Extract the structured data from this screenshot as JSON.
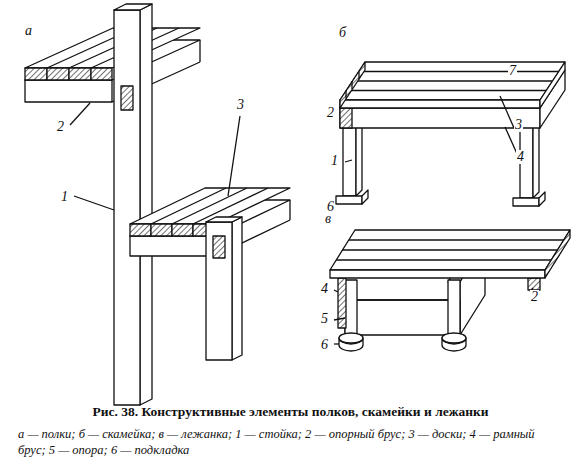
{
  "diagram": {
    "caption": "Рис. 38. Конструктивные элементы полков, скамейки и лежанки",
    "labels": [
      "а",
      "2",
      "1",
      "3",
      "б",
      "7",
      "2",
      "3",
      "1",
      "4",
      "6",
      "в",
      "4",
      "2",
      "5",
      "6",
      "а — полки; б — скамейка; в — лежанка; 1 — стойка; 2 — опорный брус; 3 — доски; 4 — рамный брус; 5 — опора; 6 — подкладка"
    ]
  }
}
